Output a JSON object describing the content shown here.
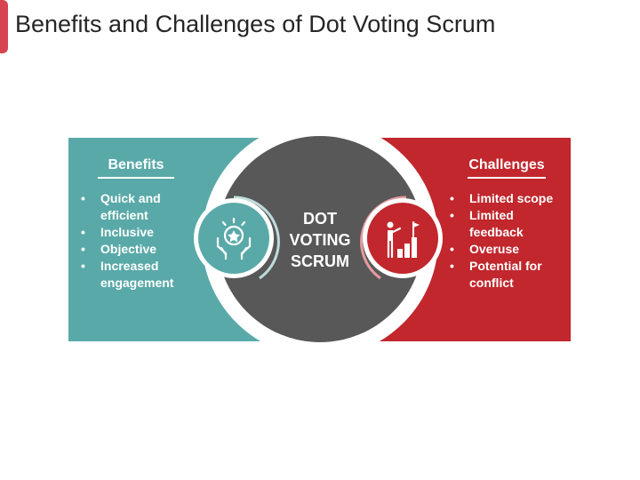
{
  "header": {
    "title": "Benefits and Challenges of Dot Voting Scrum"
  },
  "center": {
    "lines": [
      "DOT",
      "VOTING",
      "SCRUM"
    ]
  },
  "benefits": {
    "heading": "Benefits",
    "items": [
      "Quick and efficient",
      "Inclusive",
      "Objective",
      "Increased engagement"
    ]
  },
  "challenges": {
    "heading": "Challenges",
    "items": [
      "Limited scope",
      "Limited feedback",
      "Overuse",
      "Potential for conflict"
    ]
  },
  "colors": {
    "accent": "#d64550",
    "teal": "#5aa9a9",
    "red": "#c1272d",
    "dark_gray": "#585858"
  },
  "icons": {
    "benefits": "hands-holding-star-icon",
    "challenges": "person-climbing-steps-to-flag-icon"
  }
}
